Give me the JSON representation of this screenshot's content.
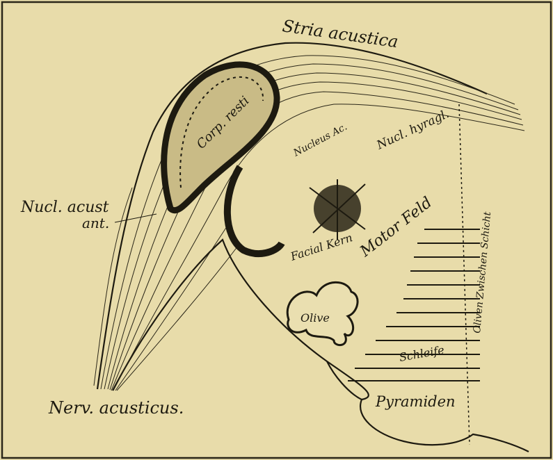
{
  "figure": {
    "paper_color": "#e8dcaa",
    "ink_color": "#1d1a10",
    "labels": {
      "stria_acustica": "Stria acustica",
      "corp_resti": "Corp. resti",
      "nucleus_ac": "Nucleus Ac.",
      "nucl_hyragl": "Nucl. hyragl.",
      "nucl_acust_ant_line1": "Nucl. acust",
      "nucl_acust_ant_line2": "ant.",
      "facial_kern": "Facial Kern",
      "motor_feld": "Motor Feld",
      "oliven_zwischen_schicht": "Oliven Zwischen Schicht",
      "olive": "Olive",
      "schleife": "Schleife",
      "pyramiden": "Pyramiden",
      "nerv_acusticus": "Nerv. acusticus."
    }
  }
}
